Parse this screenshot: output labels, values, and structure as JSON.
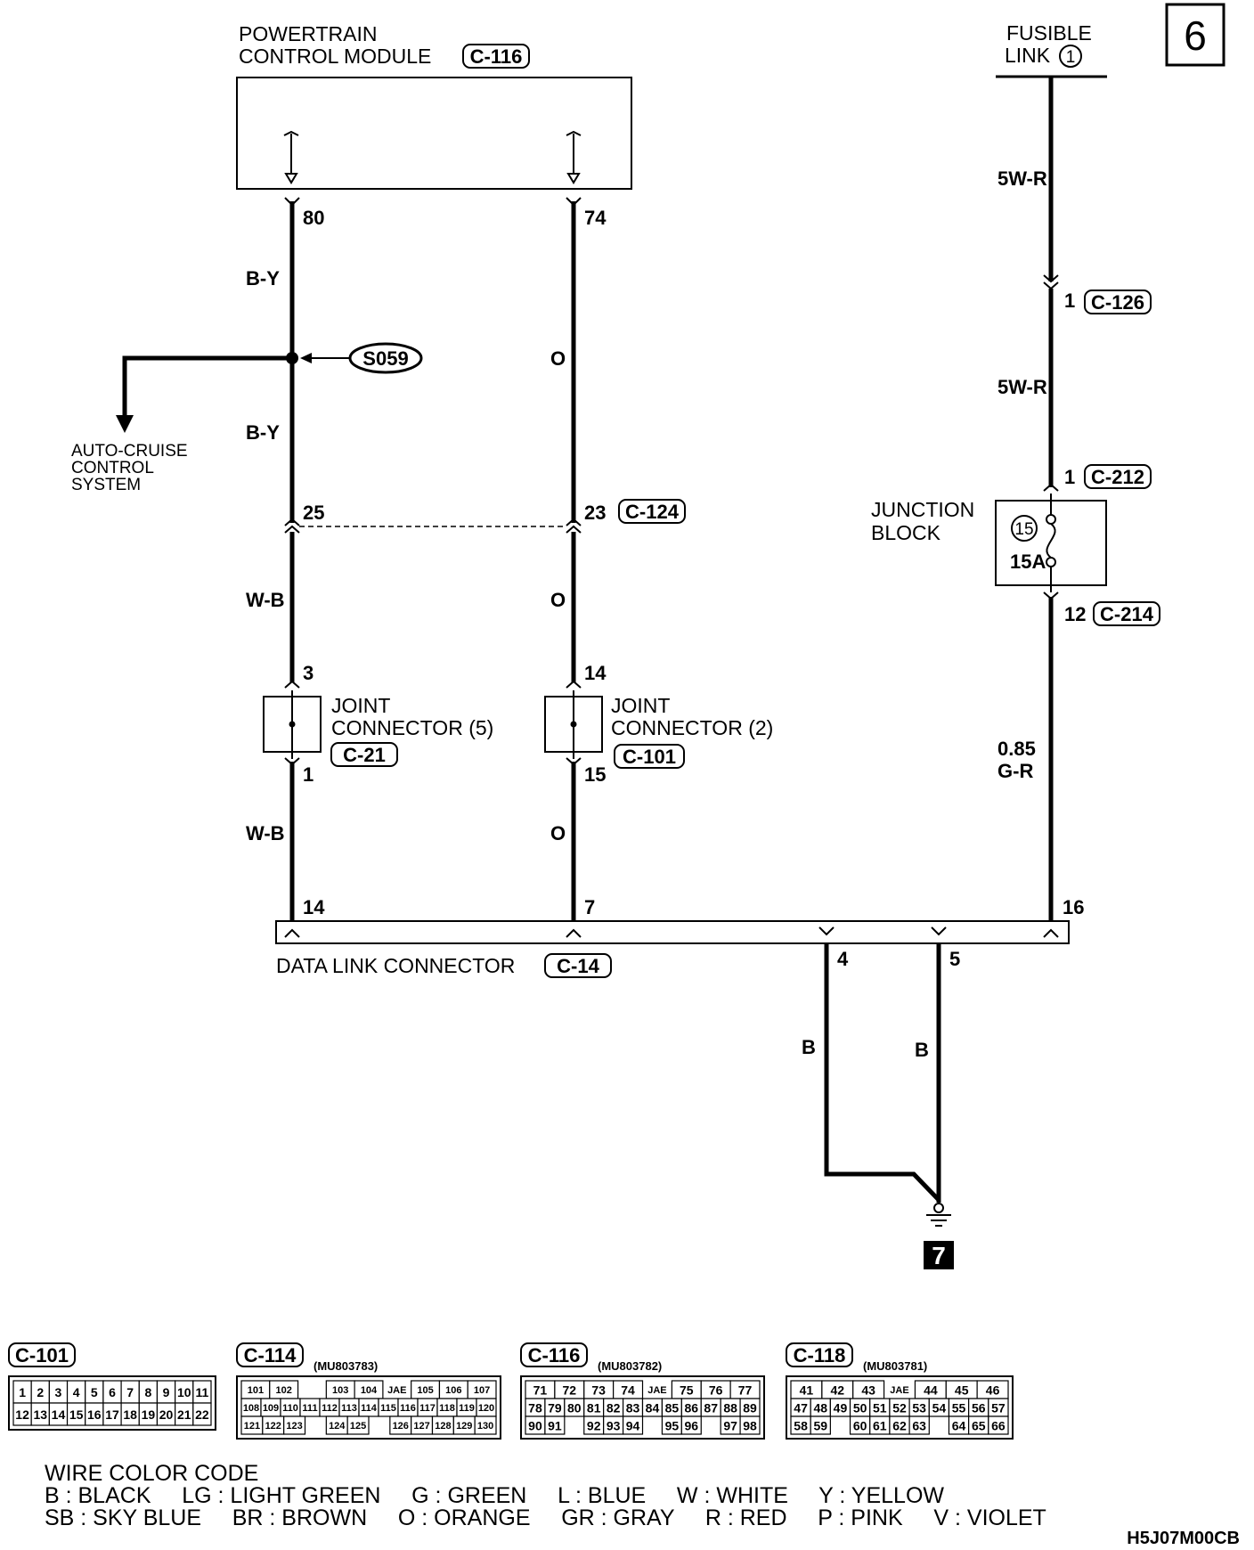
{
  "page_badge": "6",
  "ground_badge": "7",
  "doc_code": "H5J07M00CB",
  "pcm": {
    "line1": "POWERTRAIN",
    "line2": "CONTROL MODULE",
    "connector": "C-116"
  },
  "fusible_link": {
    "line1": "FUSIBLE",
    "line2": "LINK",
    "number": "1"
  },
  "pins": {
    "pcm_a": "80",
    "pcm_b": "74",
    "c124_a": "25",
    "c124_b": "23",
    "jc5_in": "3",
    "jc5_out": "1",
    "jc2_in": "14",
    "jc2_out": "15",
    "dlc_a": "14",
    "dlc_b": "7",
    "dlc_c": "16",
    "dlc_d": "4",
    "dlc_e": "5",
    "c126": "1",
    "c212": "1",
    "c214": "12"
  },
  "wires": {
    "a1": "B-Y",
    "a2": "B-Y",
    "a3": "W-B",
    "a4": "W-B",
    "b1": "O",
    "b2": "O",
    "b3": "O",
    "c1": "5W-R",
    "c2": "5W-R",
    "c3_line1": "0.85",
    "c3_line2": "G-R",
    "d1": "B",
    "d2": "B"
  },
  "splice": "S059",
  "auto_cruise": {
    "line1": "AUTO-CRUISE",
    "line2": "CONTROL",
    "line3": "SYSTEM"
  },
  "connectors": {
    "c124": "C-124",
    "c126": "C-126",
    "c212": "C-212",
    "c214": "C-214",
    "c21": "C-21",
    "c101": "C-101",
    "c14": "C-14"
  },
  "junction_block": {
    "line1": "JUNCTION",
    "line2": "BLOCK",
    "fuse_number": "15",
    "fuse_rating": "15A"
  },
  "joint5": {
    "line1": "JOINT",
    "line2": "CONNECTOR (5)"
  },
  "joint2": {
    "line1": "JOINT",
    "line2": "CONNECTOR (2)"
  },
  "dlc": {
    "label": "DATA LINK CONNECTOR"
  },
  "connector_views": [
    {
      "id": "C-101",
      "part": "",
      "rows": [
        [
          "1",
          "2",
          "3",
          "4",
          "5",
          "6",
          "7",
          "8",
          "9",
          "10",
          "11"
        ],
        [
          "12",
          "13",
          "14",
          "15",
          "16",
          "17",
          "18",
          "19",
          "20",
          "21",
          "22"
        ]
      ]
    },
    {
      "id": "C-114",
      "part": "(MU803783)",
      "rows": [
        [
          "101",
          "102",
          "",
          "103",
          "104",
          "JAE",
          "105",
          "106",
          "107"
        ],
        [
          "108",
          "109",
          "110",
          "111",
          "112",
          "113",
          "114",
          "115",
          "116",
          "117",
          "118",
          "119",
          "120"
        ],
        [
          "121",
          "122",
          "123",
          "",
          "124",
          "125",
          "",
          "126",
          "127",
          "128",
          "129",
          "130"
        ]
      ]
    },
    {
      "id": "C-116",
      "part": "(MU803782)",
      "rows": [
        [
          "71",
          "72",
          "73",
          "74",
          "JAE",
          "75",
          "76",
          "77"
        ],
        [
          "78",
          "79",
          "80",
          "81",
          "82",
          "83",
          "84",
          "85",
          "86",
          "87",
          "88",
          "89"
        ],
        [
          "90",
          "91",
          "",
          "92",
          "93",
          "94",
          "",
          "95",
          "96",
          "",
          "97",
          "98"
        ]
      ]
    },
    {
      "id": "C-118",
      "part": "(MU803781)",
      "rows": [
        [
          "41",
          "42",
          "43",
          "JAE",
          "44",
          "45",
          "46"
        ],
        [
          "47",
          "48",
          "49",
          "50",
          "51",
          "52",
          "53",
          "54",
          "55",
          "56",
          "57"
        ],
        [
          "58",
          "59",
          "",
          "60",
          "61",
          "62",
          "63",
          "",
          "64",
          "65",
          "66"
        ]
      ]
    }
  ],
  "wire_color_code": {
    "title": "WIRE COLOR CODE",
    "line1": "B : BLACK     LG : LIGHT GREEN     G : GREEN     L : BLUE     W : WHITE     Y : YELLOW",
    "line2": "SB : SKY BLUE     BR : BROWN     O : ORANGE     GR : GRAY     R : RED     P : PINK     V : VIOLET"
  }
}
